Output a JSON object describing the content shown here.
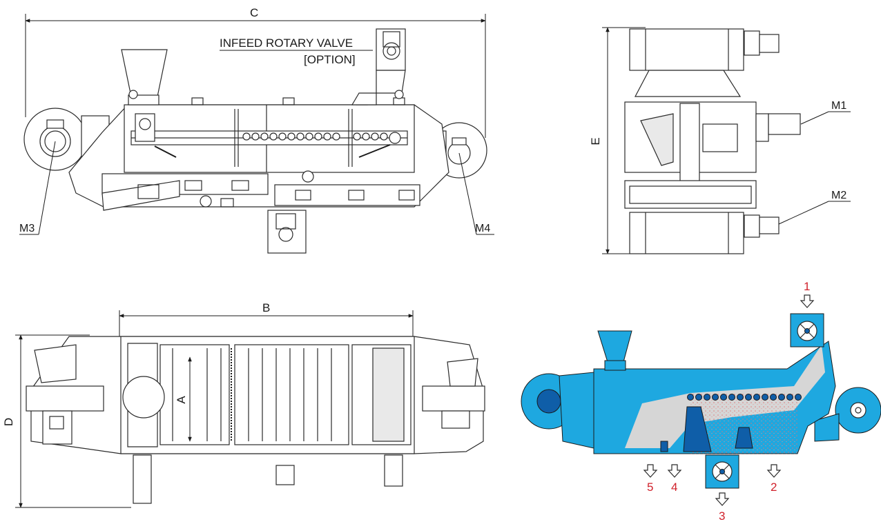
{
  "colors": {
    "line": "#2a2a2a",
    "machine_blue": "#1ea8e0",
    "accent_dark_blue": "#0f5ea8",
    "flow_red": "#d0202a",
    "product_grey": "#d6d6d6"
  },
  "dimensions": {
    "overall_length": "C",
    "length_between_ends": "B",
    "width": "D",
    "height": "E",
    "inner_width": "A"
  },
  "callouts": {
    "infeed_line1": "INFEED ROTARY VALVE",
    "infeed_line2": "[OPTION]"
  },
  "motors": [
    "M1",
    "M2",
    "M3",
    "M4"
  ],
  "flow_outlets": [
    "1",
    "2",
    "3",
    "4",
    "5"
  ]
}
